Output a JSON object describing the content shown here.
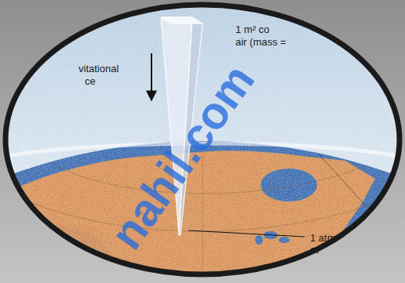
{
  "diagram": {
    "labels": [
      "1 m² co",
      "air (mass =",
      "vitational",
      "ce",
      "1 atm",
      "at",
      "nahil.com"
    ]
  }
}
